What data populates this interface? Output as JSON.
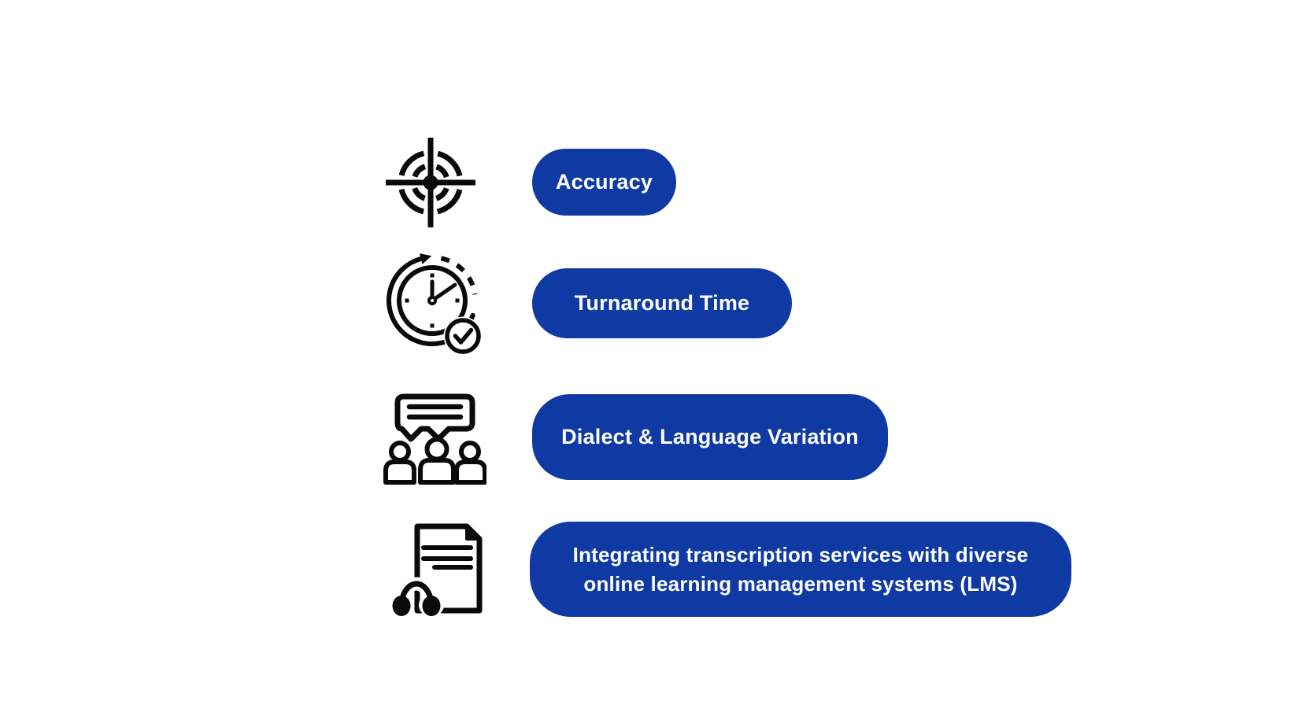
{
  "page": {
    "background": "#ffffff",
    "description": "Infographic list of transcription challenges: four rows, each with a black line icon and a blue rounded pill label"
  },
  "colors": {
    "pill_blue": "#0f3aa3",
    "pill_text": "#ffffff",
    "icon_black": "#0a0a0a"
  },
  "rows": [
    {
      "icon": "target-icon",
      "label": "Accuracy"
    },
    {
      "icon": "clock-turnaround-icon",
      "label": "Turnaround Time"
    },
    {
      "icon": "audience-speech-icon",
      "label": "Dialect & Language Variation"
    },
    {
      "icon": "transcript-audio-document-icon",
      "label": "Integrating transcription services with diverse online learning management systems (LMS)",
      "lines": [
        "Integrating transcription services with diverse",
        "online learning management systems (LMS)"
      ]
    }
  ]
}
